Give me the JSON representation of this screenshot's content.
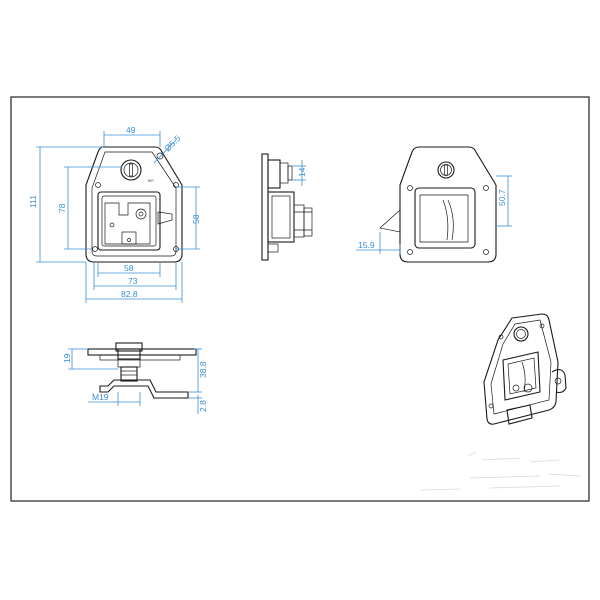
{
  "drawing": {
    "front_view": {
      "dims": {
        "top_width": "49",
        "hole_dia": "Ø5.5",
        "overall_height": "111",
        "inner_height": "78",
        "right_height": "58",
        "bottom_58": "58",
        "bottom_73": "73",
        "bottom_828": "82.8",
        "angle": "90°"
      }
    },
    "side_view": {
      "dims": {
        "key_offset": "14"
      }
    },
    "rear_view": {
      "dims": {
        "height_507": "50.7",
        "offset_159": "15.9"
      }
    },
    "bottom_view": {
      "dims": {
        "h19": "19",
        "h388": "38.8",
        "h28": "2.8",
        "thread": "M19"
      }
    },
    "colors": {
      "dimension": "#3a8fd6",
      "outline": "#1a1a1a",
      "border": "#222222"
    }
  }
}
